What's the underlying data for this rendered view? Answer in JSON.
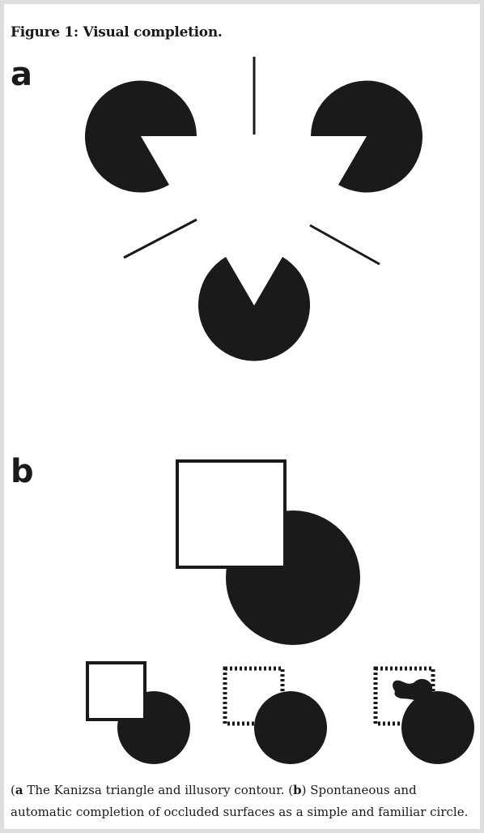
{
  "figure": {
    "title": "Figure 1: Visual completion.",
    "panel_a_label": "a",
    "panel_b_label": "b",
    "shape_color": "#1a1a1a",
    "background_color": "#ffffff"
  },
  "caption": {
    "a_tag": "a",
    "a_text": " The Kanizsa triangle and illusory contour. (",
    "b_tag": "b",
    "b_text": ") Spontaneous and automatic completion of occluded surfaces as a simple and familiar circle."
  }
}
